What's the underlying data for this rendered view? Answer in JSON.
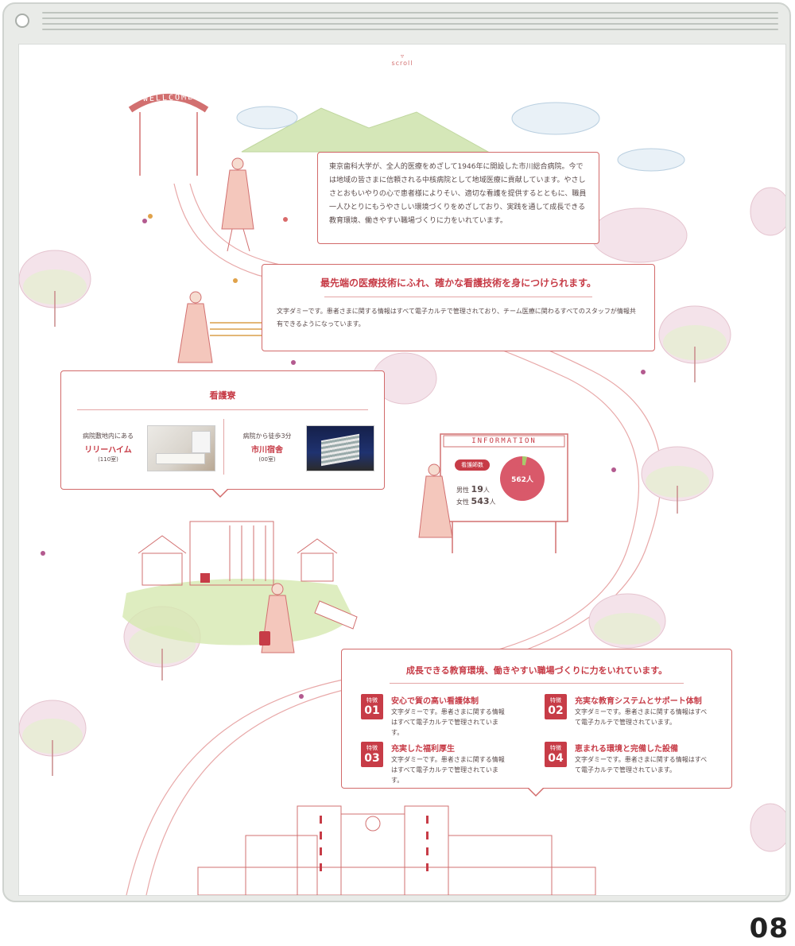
{
  "page_number": "08",
  "scroll_label": "scroll",
  "welcome_sign": "WELLCOME",
  "intro": {
    "text": "東京歯科大学が、全人的医療をめざして1946年に開設した市川総合病院。今では地域の皆さまに信頼される中核病院として地域医療に貢献しています。やさしさとおもいやりの心で患者様によりそい、適切な看護を提供するとともに、職員一人ひとりにもうやさしい環境づくりをめざしており、実践を通して成長できる教育環境、働きやすい職場づくりに力をいれています。"
  },
  "technology": {
    "title": "最先端の医療技術にふれ、確かな看護技術を身につけられます。",
    "text": "文字ダミーです。患者さまに関する情報はすべて電子カルテで管理されており、チーム医療に関わるすべてのスタッフが情報共有できるようになっています。"
  },
  "dormitory": {
    "title": "看護寮",
    "items": [
      {
        "caption": "病院敷地内にある",
        "name": "リリーハイム",
        "rooms": "(110室)"
      },
      {
        "caption": "病院から徒歩3分",
        "name": "市川宿舎",
        "rooms": "(00室)"
      }
    ]
  },
  "information": {
    "sign": "INFORMATION",
    "label": "看護師数",
    "male_label": "男性",
    "male_value": "19",
    "female_label": "女性",
    "female_value": "543",
    "unit": "人",
    "total": "562人",
    "colors": {
      "female": "#d9596a",
      "male": "#a8c96a"
    }
  },
  "chart_data": {
    "type": "pie",
    "categories": [
      "男性",
      "女性"
    ],
    "values": [
      19,
      543
    ],
    "title": "看護師数"
  },
  "environment": {
    "title": "成長できる教育環境、働きやすい職場づくりに力をいれています。",
    "features": [
      {
        "kicker": "特徴",
        "num": "01",
        "title": "安心で質の高い看護体制",
        "text": "文字ダミーです。患者さまに関する情報はすべて電子カルテで管理されています。"
      },
      {
        "kicker": "特徴",
        "num": "02",
        "title": "充実な教育システムとサポート体制",
        "text": "文字ダミーです。患者さまに関する情報はすべて電子カルテで管理されています。"
      },
      {
        "kicker": "特徴",
        "num": "03",
        "title": "充実した福利厚生",
        "text": "文字ダミーです。患者さまに関する情報はすべて電子カルテで管理されています。"
      },
      {
        "kicker": "特徴",
        "num": "04",
        "title": "恵まれる環境と完備した設備",
        "text": "文字ダミーです。患者さまに関する情報はすべて電子カルテで管理されています。"
      }
    ]
  }
}
